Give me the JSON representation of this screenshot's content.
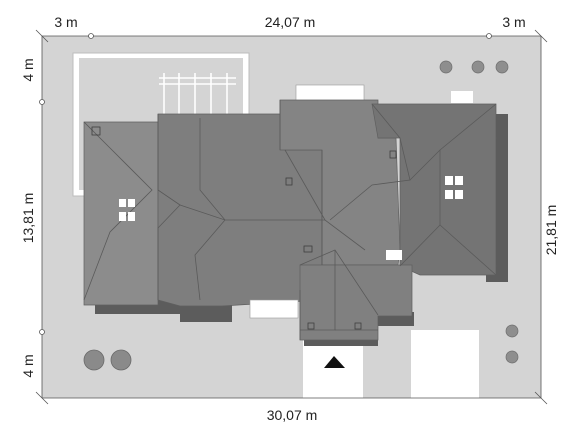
{
  "title": "",
  "dimensions": {
    "left_margin": "3 m",
    "house_width": "24,07 m",
    "right_margin": "3 m",
    "top_margin": "4 m",
    "house_depth": "13,81 m",
    "bottom_margin": "4 m",
    "plot_depth": "21,81 m",
    "plot_width": "30,07 m"
  },
  "colors": {
    "plot": "#d4d4d4",
    "roof_light": "#8c8c8c",
    "roof_mid": "#7e7e7e",
    "roof_dark": "#747474",
    "shadow": "#5c5c5c",
    "path": "#ffffff",
    "terrace": "#ffffff"
  },
  "icons": {
    "entrance": "entrance-arrow-icon",
    "trees": "tree-icon",
    "shrubs": "shrub-icon",
    "windows": "roof-window-icon"
  }
}
